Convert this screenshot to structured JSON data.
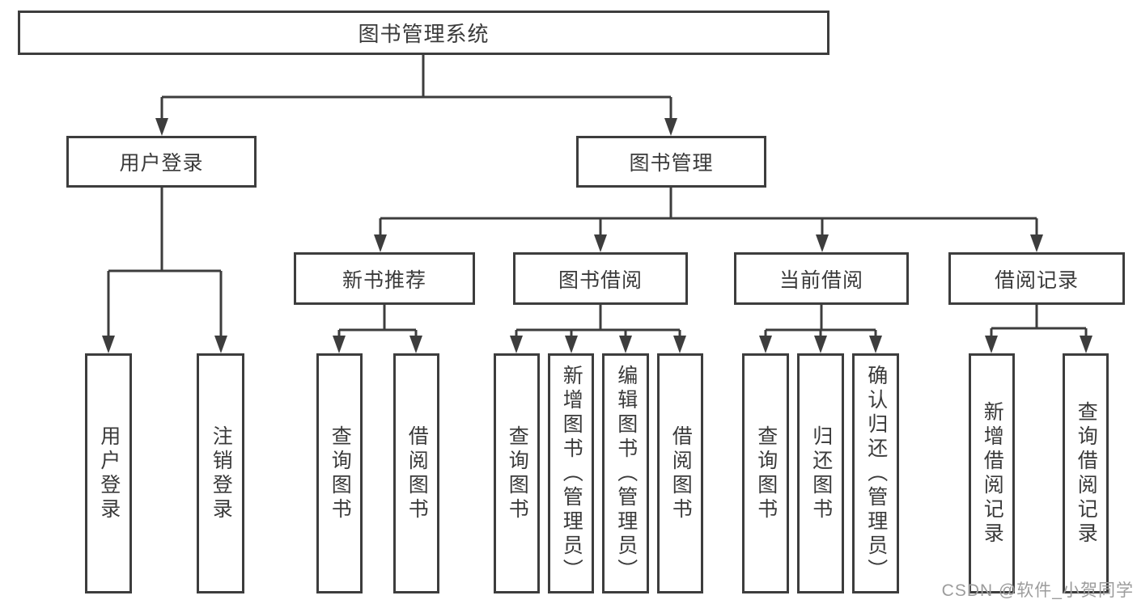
{
  "diagram": {
    "root": {
      "label": "图书管理系统"
    },
    "user_login": {
      "label": "用户登录",
      "children": [
        {
          "label": "用户登录"
        },
        {
          "label": "注销登录"
        }
      ]
    },
    "book_management": {
      "label": "图书管理",
      "sections": [
        {
          "label": "新书推荐",
          "children": [
            {
              "label": "查询图书"
            },
            {
              "label": "借阅图书"
            }
          ]
        },
        {
          "label": "图书借阅",
          "children": [
            {
              "label": "查询图书"
            },
            {
              "label": "新增图书（管理员）"
            },
            {
              "label": "编辑图书（管理员）"
            },
            {
              "label": "借阅图书"
            }
          ]
        },
        {
          "label": "当前借阅",
          "children": [
            {
              "label": "查询图书"
            },
            {
              "label": "归还图书"
            },
            {
              "label": "确认归还（管理员）"
            }
          ]
        },
        {
          "label": "借阅记录",
          "children": [
            {
              "label": "新增借阅记录"
            },
            {
              "label": "查询借阅记录"
            }
          ]
        }
      ]
    }
  },
  "watermark": "CSDN @软件_小贺同学",
  "colors": {
    "line": "#3d3d3d",
    "box_border": "#3d3d3d",
    "box_background": "#ffffff",
    "text": "#3a3a3a",
    "watermark": "#9c9c9c",
    "page_background": "#ffffff"
  }
}
